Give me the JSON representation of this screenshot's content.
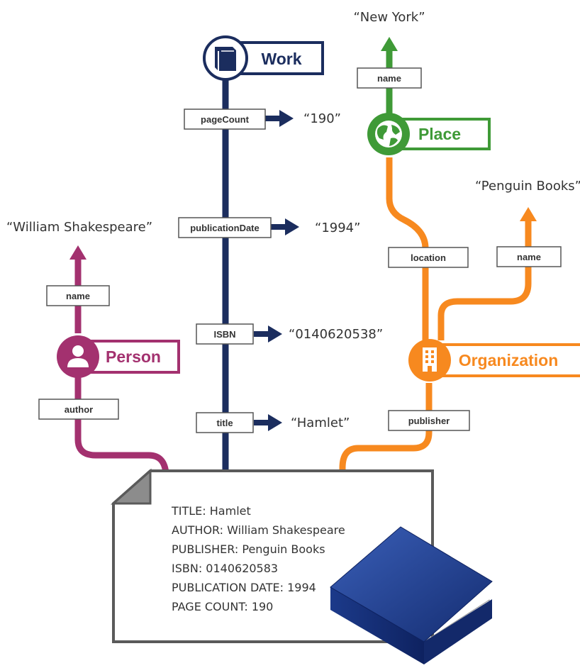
{
  "nodes": {
    "work": "Work",
    "place": "Place",
    "person": "Person",
    "organization": "Organization"
  },
  "edges": {
    "page_count": "pageCount",
    "publication_date": "publicationDate",
    "isbn": "ISBN",
    "title": "title",
    "place_name": "name",
    "location": "location",
    "org_name": "name",
    "publisher": "publisher",
    "person_name": "name",
    "author": "author"
  },
  "values": {
    "page_count": "“190”",
    "publication_date": "“1994”",
    "isbn": "“0140620538”",
    "title": "“Hamlet”",
    "place_name": "“New York”",
    "org_name": "“Penguin Books”",
    "person_name": "“William Shakespeare”"
  },
  "document": {
    "lines": [
      "TITLE: Hamlet",
      "AUTHOR: William Shakespeare",
      "PUBLISHER: Penguin Books",
      "ISBN: 0140620583",
      "PUBLICATION DATE: 1994",
      "PAGE COUNT: 190"
    ]
  },
  "colors": {
    "work": "#1b2d5e",
    "place": "#3f9a37",
    "organization": "#f7891f",
    "person": "#a3316f",
    "document_border": "#5a5a5a",
    "book": "#1f3a8a"
  },
  "icons": {
    "work": "book-icon",
    "place": "globe-icon",
    "person": "person-icon",
    "organization": "building-icon"
  }
}
